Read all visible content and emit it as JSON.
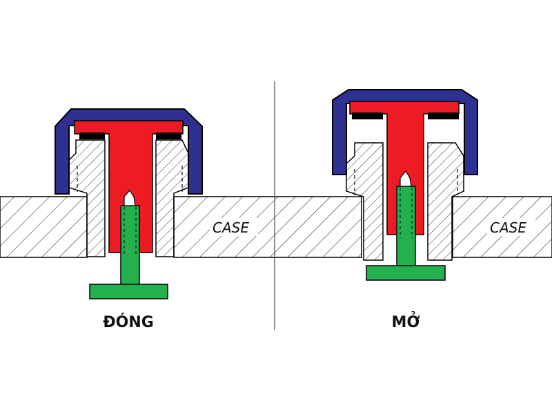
{
  "labels": {
    "case_left": "CASE",
    "case_right": "CASE",
    "closed": "ĐÓNG",
    "open": "MỞ"
  },
  "colors": {
    "cap": "#2e3192",
    "plunger": "#ed1c24",
    "stem": "#22b14c",
    "outline": "#000000",
    "case_fill": "#ffffff",
    "hatch": "#333333",
    "gasket": "#000000"
  },
  "states": [
    {
      "name": "closed",
      "cap_raised": false
    },
    {
      "name": "open",
      "cap_raised": true
    }
  ]
}
